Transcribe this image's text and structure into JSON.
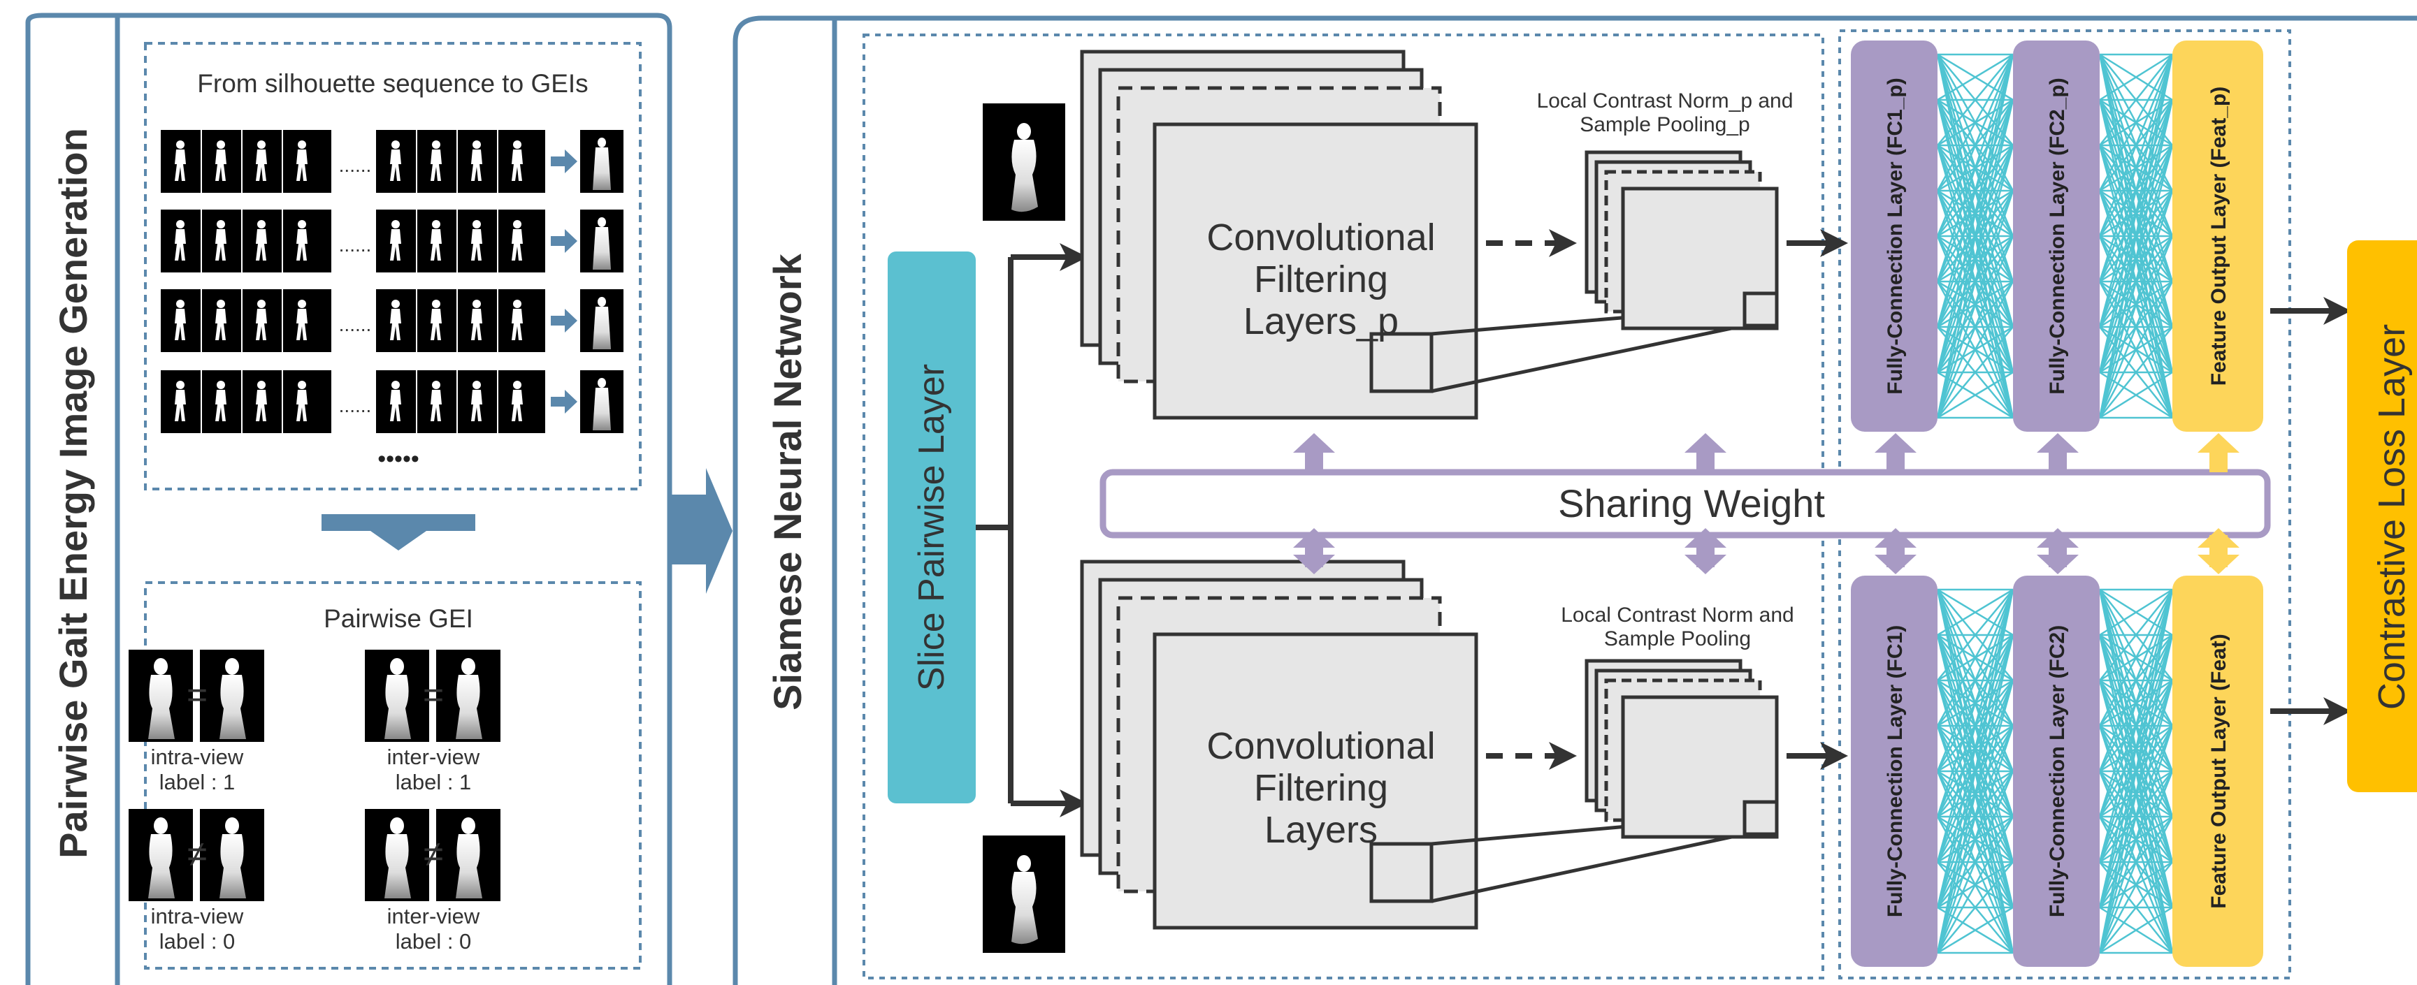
{
  "left_panel": {
    "title": "Pairwise Gait Energy Image Generation",
    "silhouette_title": "From silhouette  sequence to GEIs",
    "hdots": "......",
    "rows_ellipsis": "•••••",
    "pairwise_title": "Pairwise GEI",
    "pairs": [
      {
        "symbol": "=",
        "caption1": "intra-view",
        "caption2": "label : 1"
      },
      {
        "symbol": "=",
        "caption1": "inter-view",
        "caption2": "label : 1"
      },
      {
        "symbol": "≠",
        "caption1": "intra-view",
        "caption2": "label : 0"
      },
      {
        "symbol": "≠",
        "caption1": "inter-view",
        "caption2": "label : 0"
      }
    ]
  },
  "right_panel": {
    "title": "Siamese Neural Network",
    "slice_layer": "Slice Pairwise Layer",
    "conv_top": [
      "Convolutional",
      "Filtering",
      "Layers_p"
    ],
    "conv_bottom": [
      "Convolutional",
      "Filtering",
      "Layers"
    ],
    "lcn_top": [
      "Local Contrast Norm_p and",
      "Sample Pooling_p"
    ],
    "lcn_bottom": [
      "Local Contrast Norm and",
      "Sample Pooling"
    ],
    "sharing_weight": "Sharing Weight",
    "fc_top": [
      "Fully-Connection Layer (FC1_p)",
      "Fully-Connection Layer (FC2_p)"
    ],
    "feat_top": "Feature Output  Layer (Feat_p)",
    "fc_bottom": [
      "Fully-Connection Layer (FC1)",
      "Fully-Connection Layer (FC2)"
    ],
    "feat_bottom": "Feature Output  Layer (Feat)",
    "loss_layer": "Contrastive Loss Layer"
  },
  "colors": {
    "panel_border": "#5b88ac",
    "teal": "#5bc0d0",
    "purple": "#a89ac4",
    "yellow": "#fdd55a",
    "orange": "#ffc000",
    "block_fill": "#e6e6e6",
    "cyan_lines": "#4fc4d2"
  }
}
